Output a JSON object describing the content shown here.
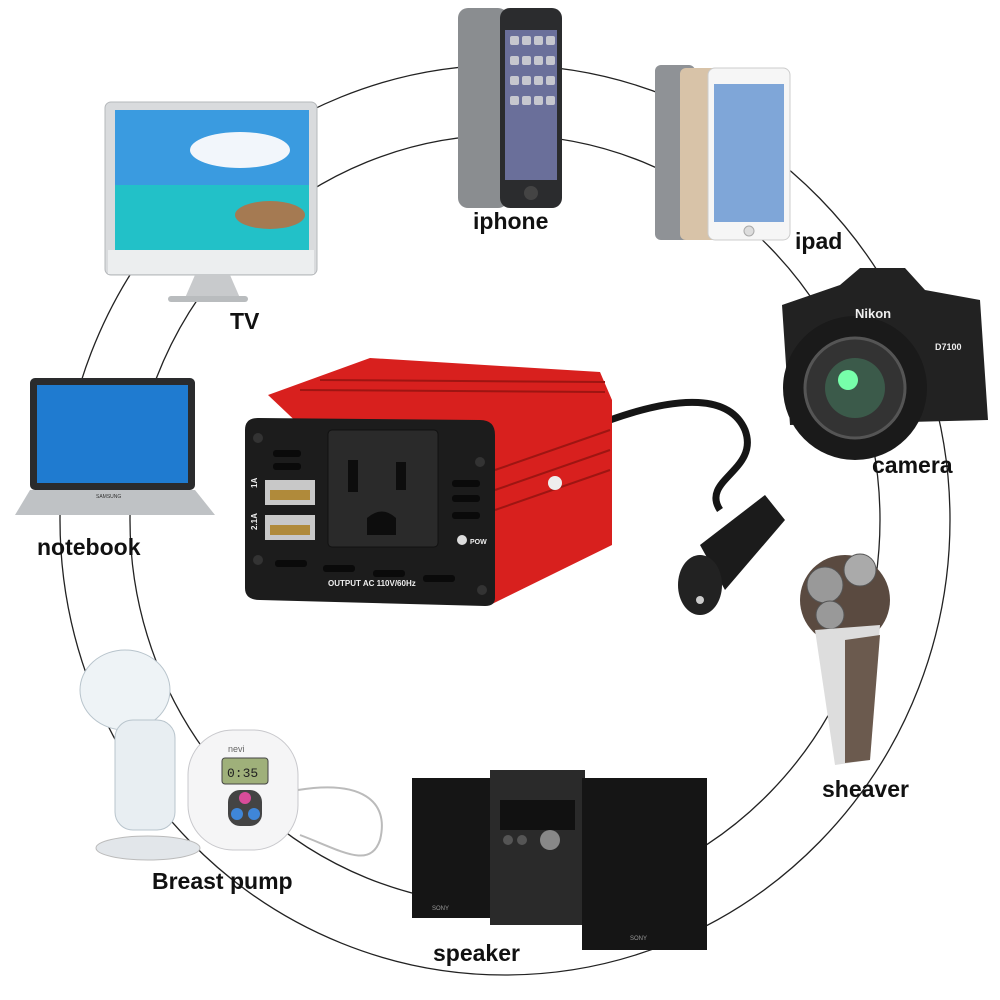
{
  "labels": {
    "iphone": "iphone",
    "ipad": "ipad",
    "tv": "TV",
    "camera": "camera",
    "notebook": "notebook",
    "sheaver": "sheaver",
    "breast_pump": "Breast pump",
    "speaker": "speaker"
  },
  "inverter": {
    "output_text": "OUTPUT  AC  110V/60Hz",
    "usb_top": "1A",
    "usb_bottom": "2.1A",
    "power_label": "POW"
  },
  "device_text": {
    "camera_brand": "Nikon",
    "camera_model": "D7100",
    "notebook_brand": "SAMSUNG",
    "pump_brand": "nevi",
    "pump_display": "0:35",
    "speaker_brand": "SONY"
  },
  "colors": {
    "inverter_red": "#d8201e",
    "panel_black": "#1c1c1c"
  }
}
